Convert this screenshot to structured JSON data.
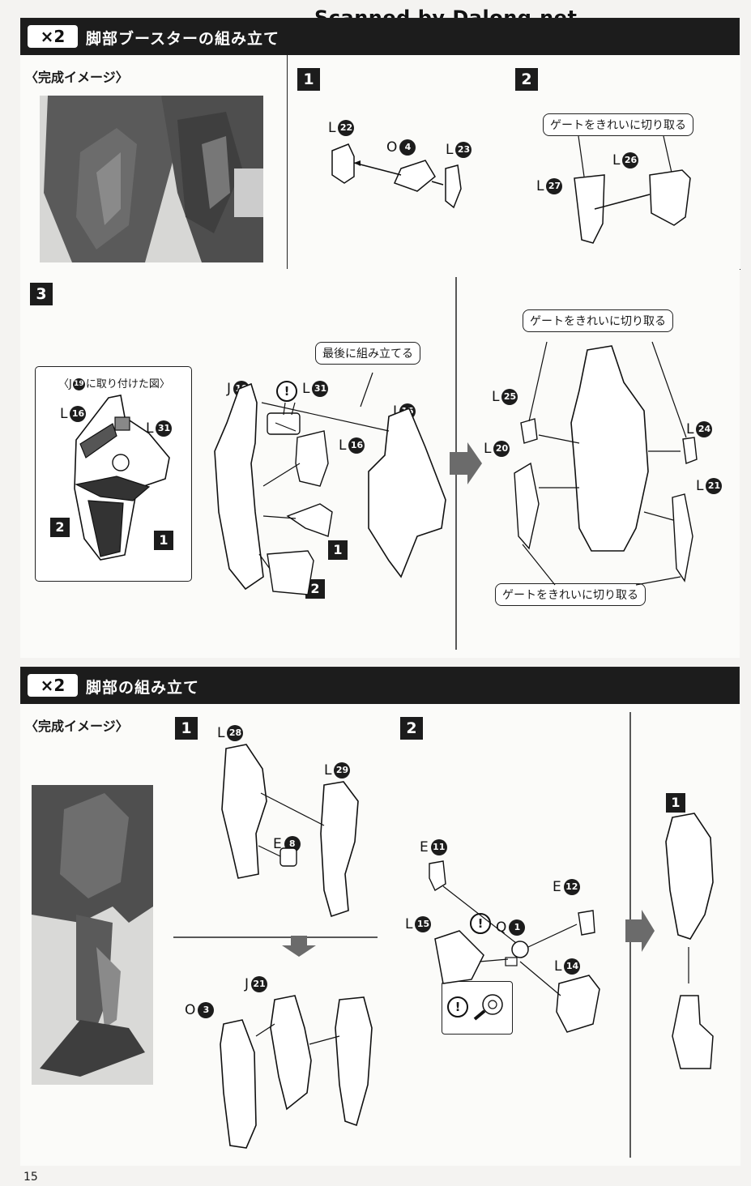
{
  "watermark": "Scanned by Dalong.net",
  "page_number": "15",
  "section1": {
    "multiplier": "×2",
    "title": "脚部ブースターの組み立て",
    "image_label": "〈完成イメージ〉",
    "step1": {
      "step": "1",
      "labels": [
        "L",
        "O",
        "L"
      ],
      "numbers": [
        "22",
        "4",
        "23"
      ]
    },
    "step2": {
      "step": "2",
      "callout": "ゲートをきれいに切り取る",
      "labels": [
        "L",
        "L"
      ],
      "numbers": [
        "26",
        "27"
      ]
    },
    "step3": {
      "step": "3",
      "inset_title": "〈J",
      "inset_num": "19",
      "inset_title_tail": "に取り付けた図〉",
      "inset_labels": [
        "L",
        "L"
      ],
      "inset_numbers": [
        "16",
        "31"
      ],
      "inset_steps": [
        "2",
        "1"
      ],
      "callout_last": "最後に組み立てる",
      "warn": "!",
      "labels": [
        "J",
        "L",
        "J",
        "L"
      ],
      "numbers": [
        "19",
        "31",
        "15",
        "16"
      ],
      "sub_steps": [
        "1",
        "2"
      ],
      "right_callout_top": "ゲートをきれいに切り取る",
      "right_callout_bottom": "ゲートをきれいに切り取る",
      "right_labels": [
        "L",
        "L",
        "L",
        "L"
      ],
      "right_numbers": [
        "25",
        "24",
        "20",
        "21"
      ]
    }
  },
  "section2": {
    "multiplier": "×2",
    "title": "脚部の組み立て",
    "image_label": "〈完成イメージ〉",
    "step1": {
      "step": "1",
      "labels": [
        "L",
        "L",
        "E",
        "J",
        "O"
      ],
      "numbers": [
        "28",
        "29",
        "8",
        "21",
        "3"
      ]
    },
    "step2": {
      "step": "2",
      "labels": [
        "E",
        "E",
        "L",
        "Q",
        "L"
      ],
      "numbers": [
        "11",
        "12",
        "15",
        "1",
        "14"
      ],
      "warn": "!",
      "sub_step": "1"
    }
  },
  "colors": {
    "header": "#1c1c1c",
    "photo": "#5d5d5d",
    "paper": "#fafaf8"
  }
}
